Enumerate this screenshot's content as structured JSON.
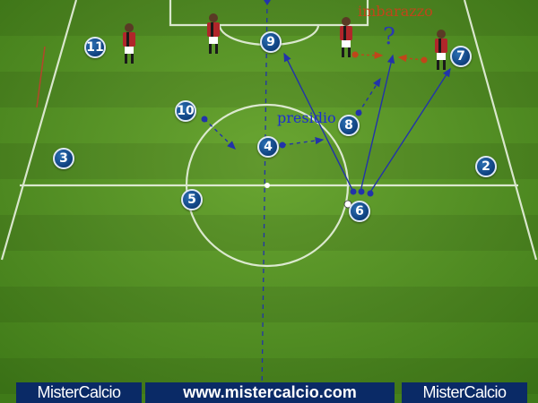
{
  "players": [
    {
      "num": "11"
    },
    {
      "num": "9"
    },
    {
      "num": "10"
    },
    {
      "num": "4"
    },
    {
      "num": "8"
    },
    {
      "num": "7"
    },
    {
      "num": "3"
    },
    {
      "num": "2"
    },
    {
      "num": "5"
    },
    {
      "num": "6"
    }
  ],
  "labels": {
    "embarrass": "imbarazzo",
    "cover": "presidio",
    "question": "?"
  },
  "footer": {
    "brand_left": "MisterCalcio",
    "url": "www.mistercalcio.com",
    "brand_right": "MisterCalcio"
  },
  "colors": {
    "pitch": "#4f8a1f",
    "player_blue": "#0e3f7d",
    "opponent_red": "#b0262a",
    "banner": "#0a2a66"
  }
}
